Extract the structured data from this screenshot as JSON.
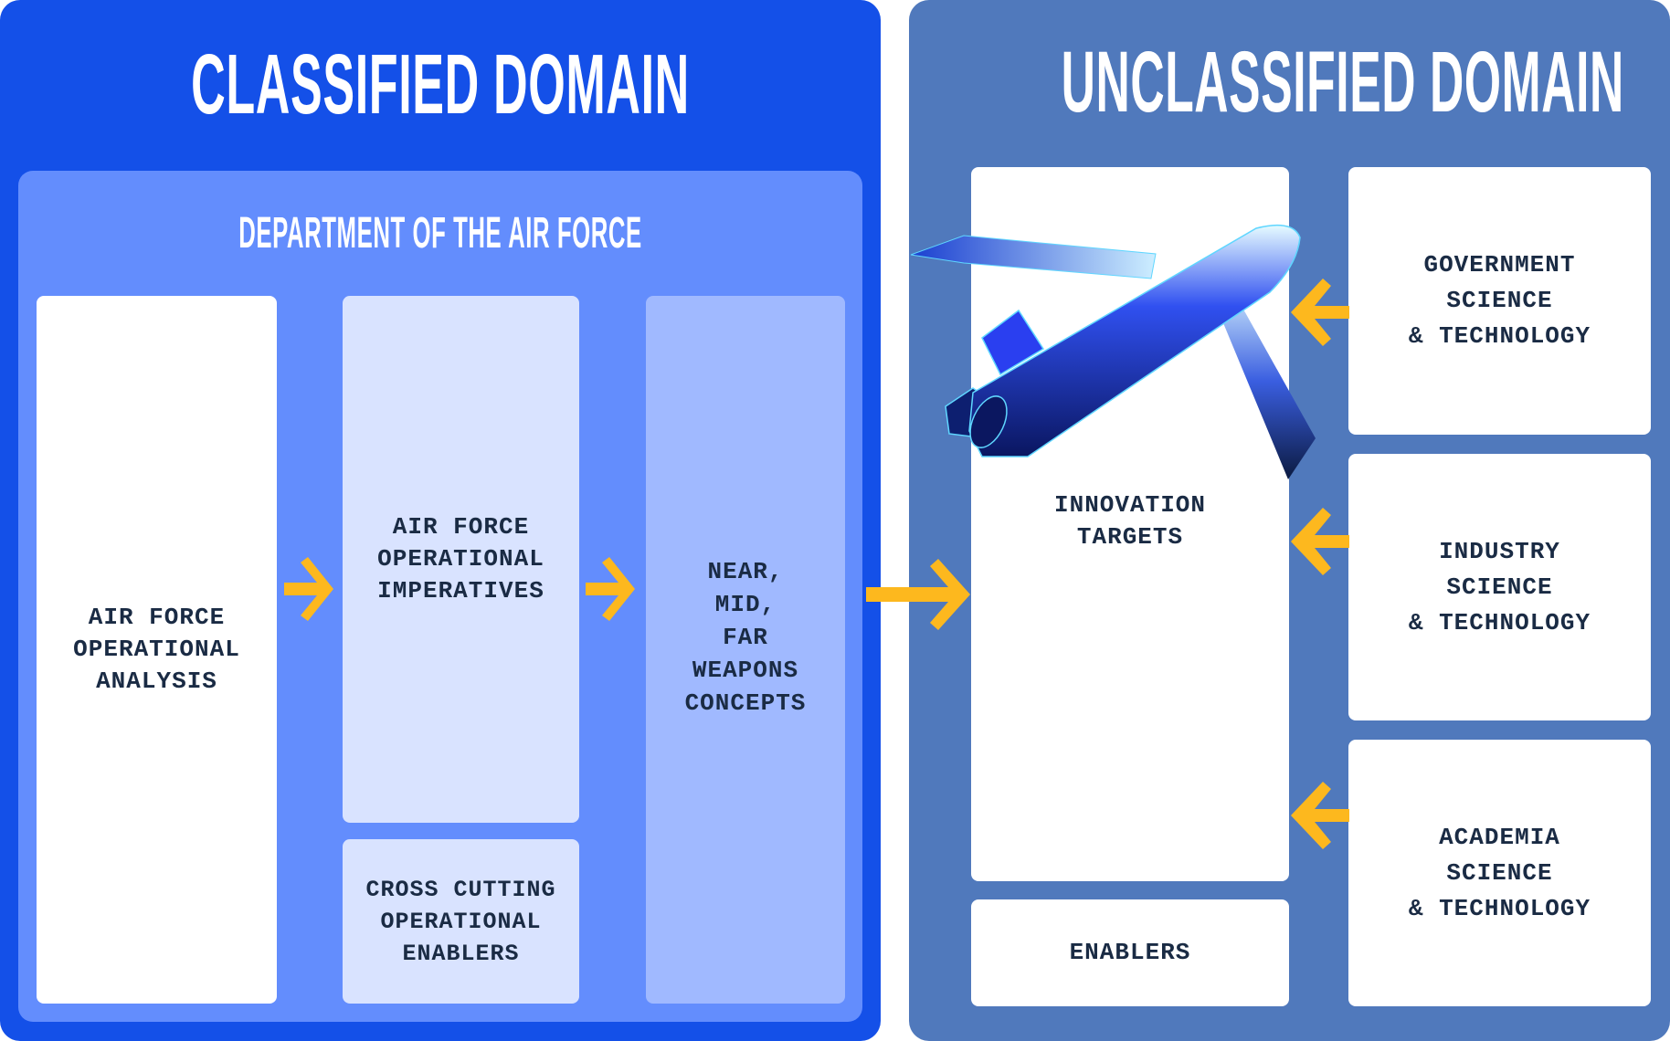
{
  "classified": {
    "title": "CLASSIFIED DOMAIN",
    "subtitle": "DEPARTMENT OF THE AIR FORCE",
    "boxes": {
      "analysis": "AIR FORCE\nOPERATIONAL\nANALYSIS",
      "imperatives": "AIR FORCE\nOPERATIONAL\nIMPERATIVES",
      "enablers": "CROSS CUTTING\nOPERATIONAL\nENABLERS",
      "concepts": "NEAR,\nMID,\nFAR\nWEAPONS\nCONCEPTS"
    }
  },
  "unclassified": {
    "title": "UNCLASSIFIED DOMAIN",
    "boxes": {
      "innovation": "INNOVATION\nTARGETS",
      "enablers": "ENABLERS",
      "government": "GOVERNMENT\nSCIENCE\n& TECHNOLOGY",
      "industry": "INDUSTRY\nSCIENCE\n& TECHNOLOGY",
      "academia": "ACADEMIA\nSCIENCE\n& TECHNOLOGY"
    }
  },
  "colors": {
    "classified_bg": "#1450E8",
    "classified_inner": "#638DFD",
    "unclassified_bg": "#5079BC",
    "arrow": "#FDB81E",
    "text": "#1A2B44"
  }
}
